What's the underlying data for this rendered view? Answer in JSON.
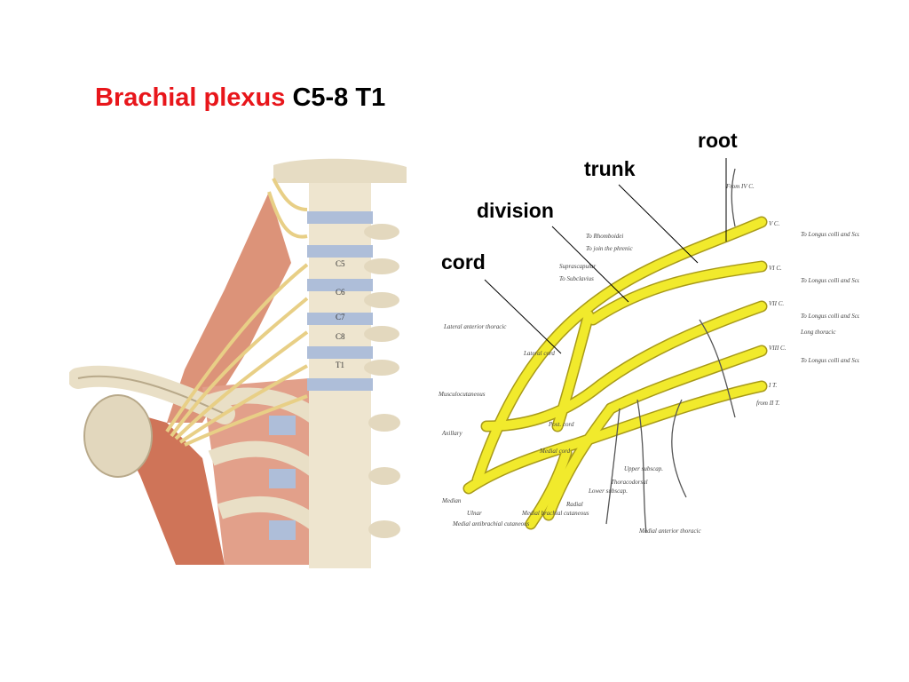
{
  "slide": {
    "title": {
      "main": "Brachial plexus",
      "levels": "C5-8 T1"
    },
    "callouts": {
      "root": "root",
      "trunk": "trunk",
      "division": "division",
      "cord": "cord"
    },
    "anatomy_figure": {
      "vertebra_labels": [
        "C5",
        "C6",
        "C7",
        "C8",
        "T1"
      ]
    },
    "schematic_figure": {
      "root_labels": [
        "From IV C.",
        "V C.",
        "VI C.",
        "VII C.",
        "VIII C.",
        "I T.",
        "from II T."
      ],
      "right_branch_labels": [
        "To Longus colli and Scaleni",
        "To Longus colli and Scaleni",
        "To Longus colli and Scaleni",
        "To Longus colli and Scaleni",
        "Long thoracic"
      ],
      "upper_branch_labels": [
        "To Rhomboidei",
        "To join the phrenic",
        "Suprascapular",
        "To Subclavius"
      ],
      "left_branch_labels": [
        "Lateral anterior thoracic",
        "Musculocutaneous",
        "Axillary"
      ],
      "terminal_labels": [
        "Median",
        "Ulnar",
        "Medial antibrachial cutaneous",
        "Medial brachial cutaneous",
        "Radial",
        "Lower subscap.",
        "Thoracodorsal",
        "Upper subscap.",
        "Medial anterior thoracic"
      ],
      "cord_labels": [
        "Lateral cord",
        "Post. cord",
        "Medial cord"
      ]
    },
    "colors": {
      "title_red": "#e8161b",
      "nerve_yellow": "#f1ea2c",
      "nerve_outline": "#a89a18",
      "bone": "#e9dfc6",
      "disc": "#aebed9",
      "muscle": "#d8876a",
      "nerve_anatomy": "#e8cf86"
    }
  }
}
